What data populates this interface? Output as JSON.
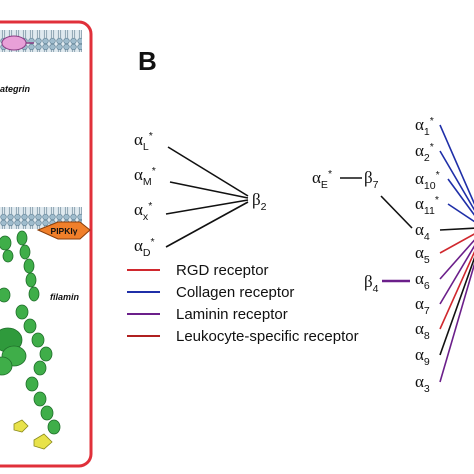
{
  "panel_a": {
    "labels": {
      "integrin_fragment": "ategrin",
      "kinase": "PIPKIγ",
      "filamin": "filamin"
    },
    "colors": {
      "frame": "#e0303a",
      "membrane": "#a9c8d8",
      "protein_green": "#3fae49",
      "kinase_orange": "#f07f2a",
      "yellow_shape": "#e8e24a",
      "pink_ellipse": "#e8a0d8"
    }
  },
  "panel_b": {
    "panel_label": "B",
    "left_alphas": [
      {
        "base": "α",
        "sub": "L",
        "star": "*"
      },
      {
        "base": "α",
        "sub": "M",
        "star": "*"
      },
      {
        "base": "α",
        "sub": "x",
        "star": "*"
      },
      {
        "base": "α",
        "sub": "D",
        "star": "*"
      }
    ],
    "beta2": {
      "base": "β",
      "sub": "2"
    },
    "alpha_e": {
      "base": "α",
      "sub": "E",
      "star": "*"
    },
    "beta7": {
      "base": "β",
      "sub": "7"
    },
    "beta4": {
      "base": "β",
      "sub": "4"
    },
    "right_alphas": [
      {
        "base": "α",
        "sub": "1",
        "star": "*",
        "color": "blue"
      },
      {
        "base": "α",
        "sub": "2",
        "star": "*",
        "color": "blue"
      },
      {
        "base": "α",
        "sub": "10",
        "star": "*",
        "color": "blue"
      },
      {
        "base": "α",
        "sub": "11",
        "star": "*",
        "color": "blue"
      },
      {
        "base": "α",
        "sub": "4",
        "star": "",
        "color": "black"
      },
      {
        "base": "α",
        "sub": "5",
        "star": "",
        "color": "red"
      },
      {
        "base": "α",
        "sub": "6",
        "star": "",
        "color": "purple"
      },
      {
        "base": "α",
        "sub": "7",
        "star": "",
        "color": "purple"
      },
      {
        "base": "α",
        "sub": "8",
        "star": "",
        "color": "red"
      },
      {
        "base": "α",
        "sub": "9",
        "star": "",
        "color": "black"
      },
      {
        "base": "α",
        "sub": "3",
        "star": "",
        "color": "purple"
      }
    ],
    "legend": [
      {
        "label": "RGD receptor",
        "color": "#d0282e"
      },
      {
        "label": "Collagen receptor",
        "color": "#1f2fa8"
      },
      {
        "label": "Laminin receptor",
        "color": "#6b1f8a"
      },
      {
        "label": "Leukocyte-specific receptor",
        "color": "#b02020"
      }
    ],
    "line_colors": {
      "blue": "#1f2fa8",
      "red": "#d0282e",
      "purple": "#6b1f8a",
      "black": "#111111"
    }
  }
}
